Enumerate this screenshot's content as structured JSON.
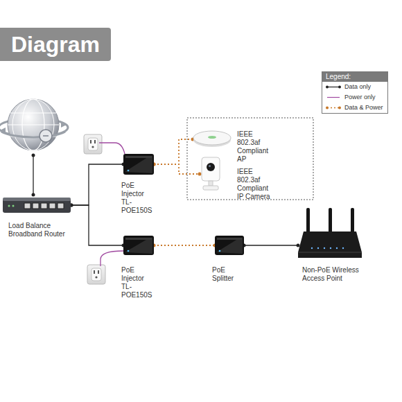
{
  "diagram": {
    "title": "Diagram",
    "nodes": [
      {
        "text": [
          "Load Balance Broadband Router"
        ]
      },
      {
        "text": [
          "PoE Injector TL-POE150S"
        ]
      },
      {
        "text": [
          "IEEE 802.3af Compliant AP"
        ]
      },
      {
        "text": [
          "IEEE 802.3af Compliant IP Camera"
        ]
      },
      {
        "text": [
          "PoE Injector TL-POE150S"
        ]
      },
      {
        "text": [
          "PoE Splitter"
        ]
      },
      {
        "text": [
          "Non-PoE Wireless Access Point"
        ]
      }
    ],
    "edges": [
      {
        "from": 0,
        "to": 1,
        "arrow": "none"
      },
      {
        "from": 0,
        "to": 4,
        "arrow": "none"
      },
      {
        "from": 1,
        "to": 2,
        "arrow": "none"
      },
      {
        "from": 1,
        "to": 3,
        "arrow": "none"
      },
      {
        "from": 4,
        "to": 5,
        "arrow": "none"
      },
      {
        "from": 5,
        "to": 6,
        "arrow": "none"
      }
    ],
    "labels": [
      "Legend:"
    ],
    "legend": [
      {
        "text": "Data only"
      },
      {
        "text": "Power only"
      },
      {
        "text": "Data & Power"
      }
    ]
  }
}
